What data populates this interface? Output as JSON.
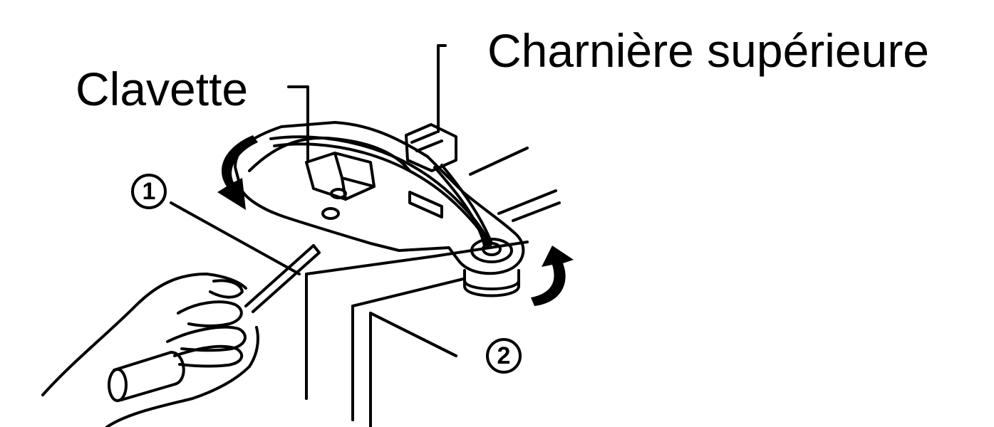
{
  "labels": {
    "hinge": "Charnière supérieure",
    "key": "Clavette"
  },
  "steps": {
    "one": "1",
    "two": "2"
  },
  "colors": {
    "line": "#000000",
    "background": "#ffffff"
  }
}
